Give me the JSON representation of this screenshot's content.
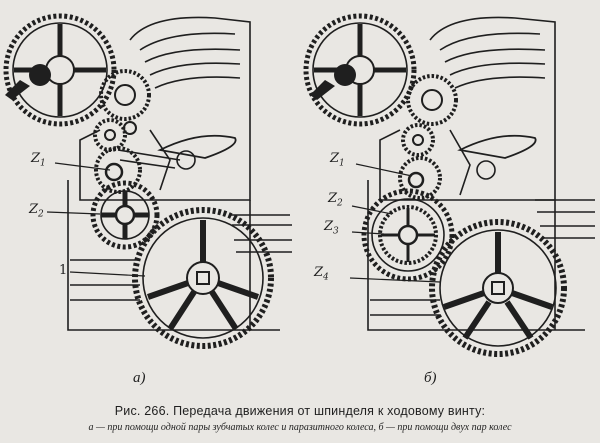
{
  "caption": {
    "title": "Рис. 266. Передача движения от шпинделя к ходовому винту:",
    "text": "а — при помощи одной пары зубчатых колес  и  паразитного колеса, б — при помощи двух пар колес"
  },
  "panel_a": {
    "label": "а)",
    "z1": {
      "letter": "Z",
      "sub": "1"
    },
    "z2": {
      "letter": "Z",
      "sub": "2"
    },
    "idler": "1"
  },
  "panel_b": {
    "label": "б)",
    "z1": {
      "letter": "Z",
      "sub": "1"
    },
    "z2": {
      "letter": "Z",
      "sub": "2"
    },
    "z3": {
      "letter": "Z",
      "sub": "3"
    },
    "z4": {
      "letter": "Z",
      "sub": "4"
    }
  },
  "colors": {
    "ink": "#1f1f1f",
    "paper": "#e9e7e3",
    "shade": "#bdbab5"
  }
}
